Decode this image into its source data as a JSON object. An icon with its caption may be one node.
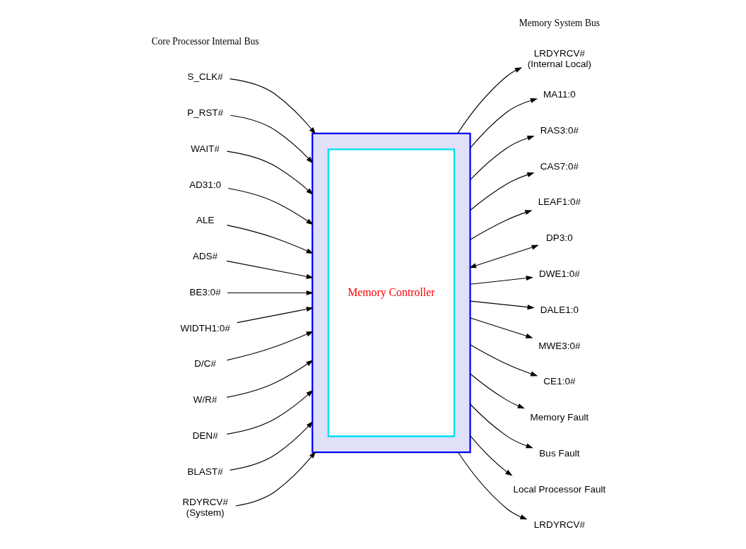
{
  "diagram": {
    "nodes": [
      {
        "text": [],
        "shape": "box"
      },
      {
        "text": [
          "Memory Controller"
        ],
        "in": 0
      },
      {
        "text": [
          "S_CLK#"
        ]
      },
      {
        "text": [
          "P_RST#"
        ]
      },
      {
        "text": [
          "WAIT#"
        ]
      },
      {
        "text": [
          "AD31:0"
        ]
      },
      {
        "text": [
          "ALE"
        ]
      },
      {
        "text": [
          "ADS#"
        ]
      },
      {
        "text": [
          "BE3:0#"
        ]
      },
      {
        "text": [
          "WIDTH1:0#"
        ]
      },
      {
        "text": [
          "D/C#"
        ]
      },
      {
        "text": [
          "W/R#"
        ]
      },
      {
        "text": [
          "DEN#"
        ]
      },
      {
        "text": [
          "BLAST#"
        ]
      },
      {
        "text": [
          "LRDYRCV#",
          "(Internal Local)"
        ]
      },
      {
        "text": [
          "MA11:0"
        ]
      },
      {
        "text": [
          "RAS3:0#"
        ]
      },
      {
        "text": [
          "CAS7:0#"
        ]
      },
      {
        "text": [
          "LEAF1:0#"
        ]
      },
      {
        "text": [
          "DP3:0"
        ]
      },
      {
        "text": [
          "DWE1:0#"
        ]
      },
      {
        "text": [
          "DALE1:0"
        ]
      },
      {
        "text": [
          "MWE3:0#"
        ]
      },
      {
        "text": [
          "CE1:0#"
        ]
      },
      {
        "text": [
          "RDYRCV#",
          "(System)"
        ]
      },
      {
        "text": [
          "Memory Fault"
        ]
      },
      {
        "text": [
          "Bus Fault"
        ]
      },
      {
        "text": [
          "Local Processor Fault"
        ]
      },
      {
        "text": [
          "LRDYRCV#"
        ]
      }
    ],
    "edges": [
      {
        "from": 2,
        "to": 0,
        "arrow": "to"
      },
      {
        "from": 3,
        "to": 0,
        "arrow": "to"
      },
      {
        "from": 4,
        "to": 0,
        "arrow": "to"
      },
      {
        "from": 5,
        "to": 0,
        "arrow": "to"
      },
      {
        "from": 6,
        "to": 0,
        "arrow": "to"
      },
      {
        "from": 7,
        "to": 0,
        "arrow": "to"
      },
      {
        "from": 8,
        "to": 0,
        "arrow": "to"
      },
      {
        "from": 9,
        "to": 0,
        "arrow": "to"
      },
      {
        "from": 10,
        "to": 0,
        "arrow": "to"
      },
      {
        "from": 11,
        "to": 0,
        "arrow": "to"
      },
      {
        "from": 12,
        "to": 0,
        "arrow": "to"
      },
      {
        "from": 13,
        "to": 0,
        "arrow": "to"
      },
      {
        "from": 0,
        "to": 14,
        "arrow": "to"
      },
      {
        "from": 0,
        "to": 15,
        "arrow": "to"
      },
      {
        "from": 0,
        "to": 16,
        "arrow": "to"
      },
      {
        "from": 0,
        "to": 17,
        "arrow": "to"
      },
      {
        "from": 0,
        "to": 18,
        "arrow": "to"
      },
      {
        "from": 0,
        "to": 19,
        "arrow": "both"
      },
      {
        "from": 0,
        "to": 20,
        "arrow": "to"
      },
      {
        "from": 0,
        "to": 21,
        "arrow": "to"
      },
      {
        "from": 0,
        "to": 22,
        "arrow": "to"
      },
      {
        "from": 0,
        "to": 23,
        "arrow": "to"
      },
      {
        "from": 24,
        "to": 0,
        "arrow": "to"
      },
      {
        "from": 0,
        "to": 25,
        "arrow": "to"
      },
      {
        "from": 0,
        "to": 26,
        "arrow": "to"
      },
      {
        "from": 0,
        "to": 27,
        "arrow": "to"
      },
      {
        "from": 0,
        "to": 28,
        "arrow": "to"
      }
    ],
    "labels": [
      "Core Processor Internal Bus",
      "Memory System Bus"
    ]
  }
}
